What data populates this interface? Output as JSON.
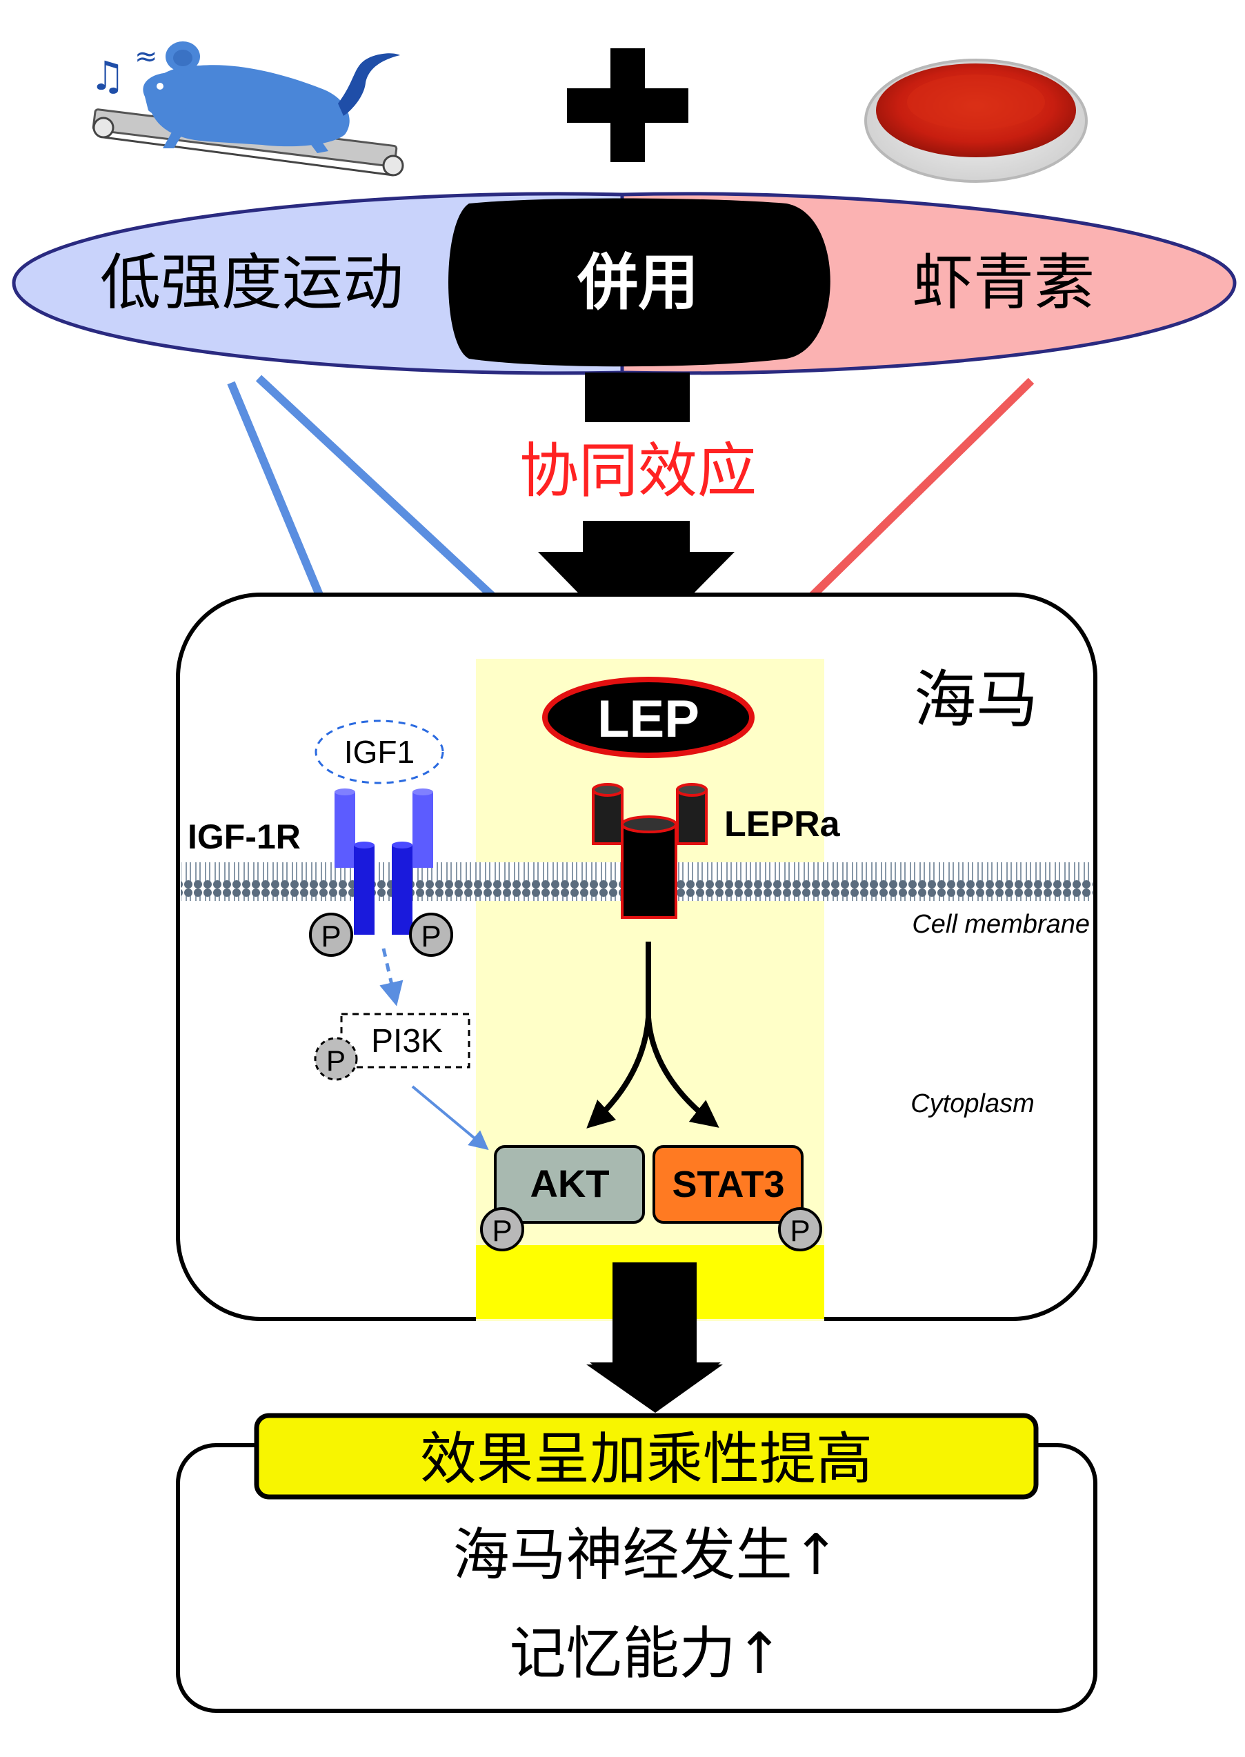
{
  "inputs": {
    "exercise": "低强度运动",
    "combined": "併用",
    "astaxanthin": "虾青素",
    "synergy": "协同效应"
  },
  "cell": {
    "region": "海马",
    "membrane_label": "Cell membrane",
    "cytoplasm_label": "Cytoplasm",
    "lep": "LEP",
    "lepra": "LEPRa",
    "igf1": "IGF1",
    "igf1r": "IGF-1R",
    "pi3k": "PI3K",
    "akt": "AKT",
    "stat3": "STAT3",
    "phospho": "P"
  },
  "outcome": {
    "header": "效果呈加乘性提高",
    "line1": "海马神经发生↑",
    "line2": "记忆能力↑"
  },
  "colors": {
    "exercise_fill": "#c9d3fb",
    "astaxanthin_fill": "#fbb2b2",
    "exercise_arrow": "#5a8ee0",
    "astaxanthin_arrow": "#f05a5a",
    "synergy_text": "#ff2222",
    "highlight": "#ffffc8",
    "akt_fill": "#a8b9b0",
    "stat3_fill": "#ff7a22",
    "igf1r_light": "#5c5cff",
    "igf1r_dark": "#1a1adc",
    "outcome_header_fill": "#f8f500",
    "mouse_color": "#4a86d8"
  }
}
